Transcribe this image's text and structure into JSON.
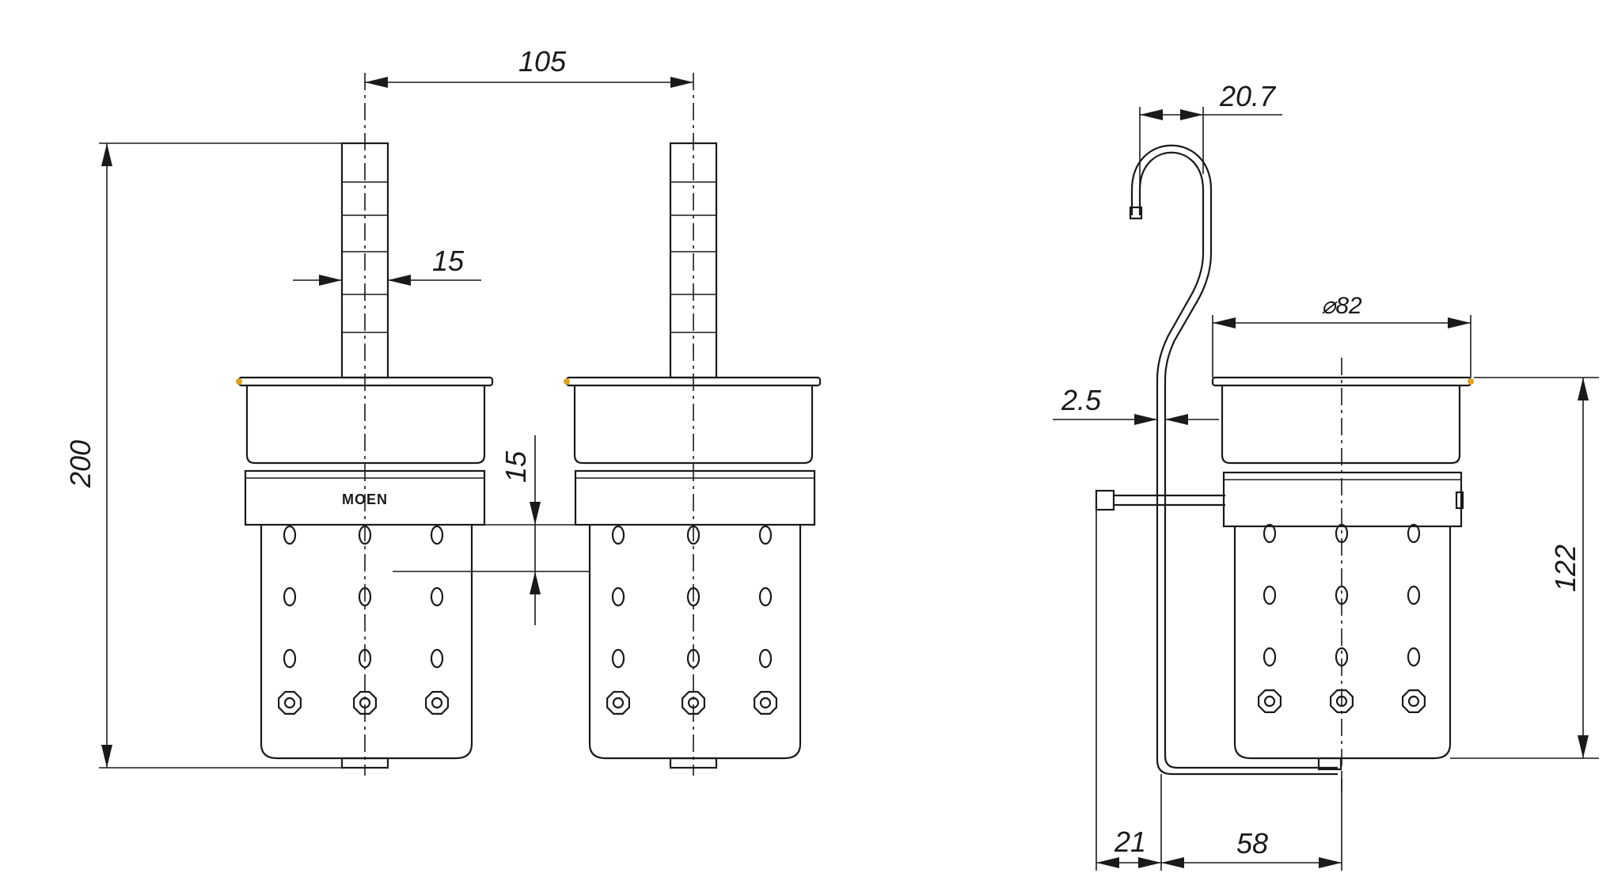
{
  "brand_label": "MOEN",
  "dimensions": {
    "height_overall": "200",
    "spacing_between_cups": "105",
    "post_width": "15",
    "basket_offset": "15",
    "hook_width": "20.7",
    "rail_thickness": "2.5",
    "cup_diameter": "⌀82",
    "cup_height": "122",
    "wall_offset": "21",
    "center_depth": "58"
  },
  "colors": {
    "line": "#1a1a1a",
    "accent": "#e0a020",
    "background": "#ffffff"
  }
}
